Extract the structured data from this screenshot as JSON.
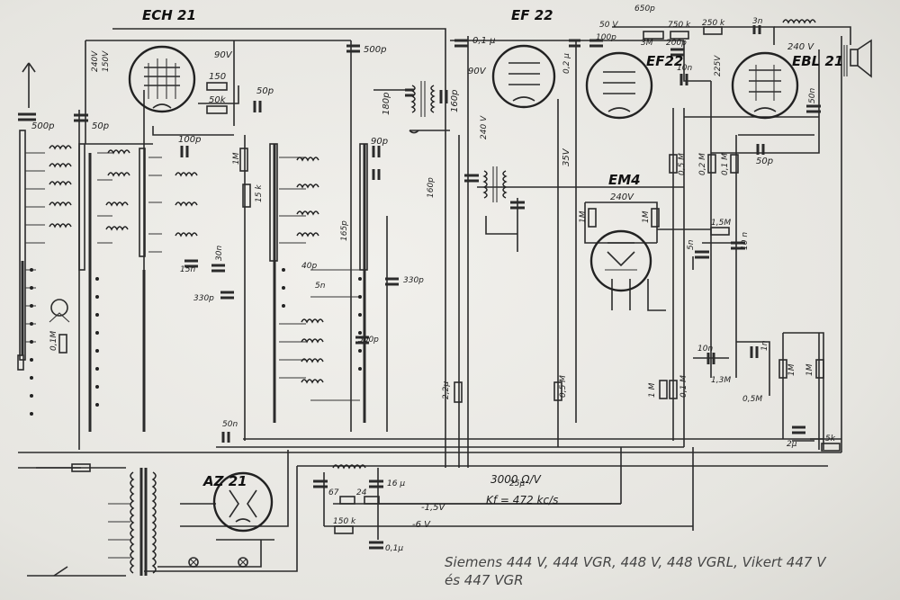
{
  "tubes": {
    "ech21": "ECH 21",
    "ef22_a": "EF 22",
    "ef22_b": "EF22",
    "ebl21": "EBL 21",
    "em4": "EM4",
    "az21": "AZ 21"
  },
  "components": {
    "c500p_top": "500p",
    "c500p_left": "500p",
    "c50p_left": "50p",
    "c50p_mid": "50p",
    "c100p_left": "100p",
    "r150": "150",
    "r50k": "50k",
    "v240_ech": "240V",
    "v150_ech": "150V",
    "v90_ech": "90V",
    "c90p": "90p",
    "c180p_a": "180p",
    "c180p_b": "160p",
    "c01u": "0,1 μ",
    "v90_ef": "90V",
    "v240_ef": "240 V",
    "v35": "35V",
    "c02u": "0,2 μ",
    "c50v": "50 V",
    "c100p_b": "100p",
    "c650p": "650p",
    "r3m": "3M",
    "c750k": "750 k",
    "c200p": "200p",
    "r250k": "250 k",
    "c3n": "3n",
    "c10n_a": "10n",
    "v225": "225V",
    "v240_ebl": "240 V",
    "c50n": "50n",
    "c50p_b": "50p",
    "r05m_a": "0,5 M",
    "r02m": "0,2 M",
    "r01m": "0,1 M",
    "r1m_a": "1 M",
    "v240_em": "240V",
    "r1m_em1": "1M",
    "r1m_em2": "1M",
    "r15m": "1,5M",
    "c5n_a": "5n",
    "c10n_b": "10 n",
    "c10n_c": "10n",
    "r13m": "1,3M",
    "r05m_b": "0,5M",
    "c1n": "1n",
    "r1m_b": "1M",
    "r1m_c": "1M",
    "c2u": "2μ",
    "r5k": "5k",
    "r05m_c": "0,5 M",
    "r1m_d": "1 M",
    "r01m_b": "0,1 M",
    "c15n": "15n",
    "c30n": "30n",
    "c330p_a": "330p",
    "c40p": "40p",
    "c5n_b": "5n",
    "c330p_b": "330p",
    "c500p_b": "500p",
    "c165p": "165p",
    "r1m_tube": "1M",
    "r15k": "15 k",
    "r01m_ant": "0,1M",
    "c50n_b": "50n",
    "c2u_b": "2,2μ",
    "c25u": "25μ",
    "c16u": "16 μ",
    "r67": "67",
    "r24": "24",
    "v15": "-1,5V",
    "v6": "-6 V",
    "r150k": "150 k",
    "c01u_b": "0,1μ",
    "meter": "3000 Ω/V",
    "kf": "Kf = 472 kc/s"
  },
  "caption": {
    "line1": "Siemens 444 V, 444 VGR, 448 V, 448 VGRL, Vikert 447 V",
    "line2": "és 447 VGR"
  }
}
